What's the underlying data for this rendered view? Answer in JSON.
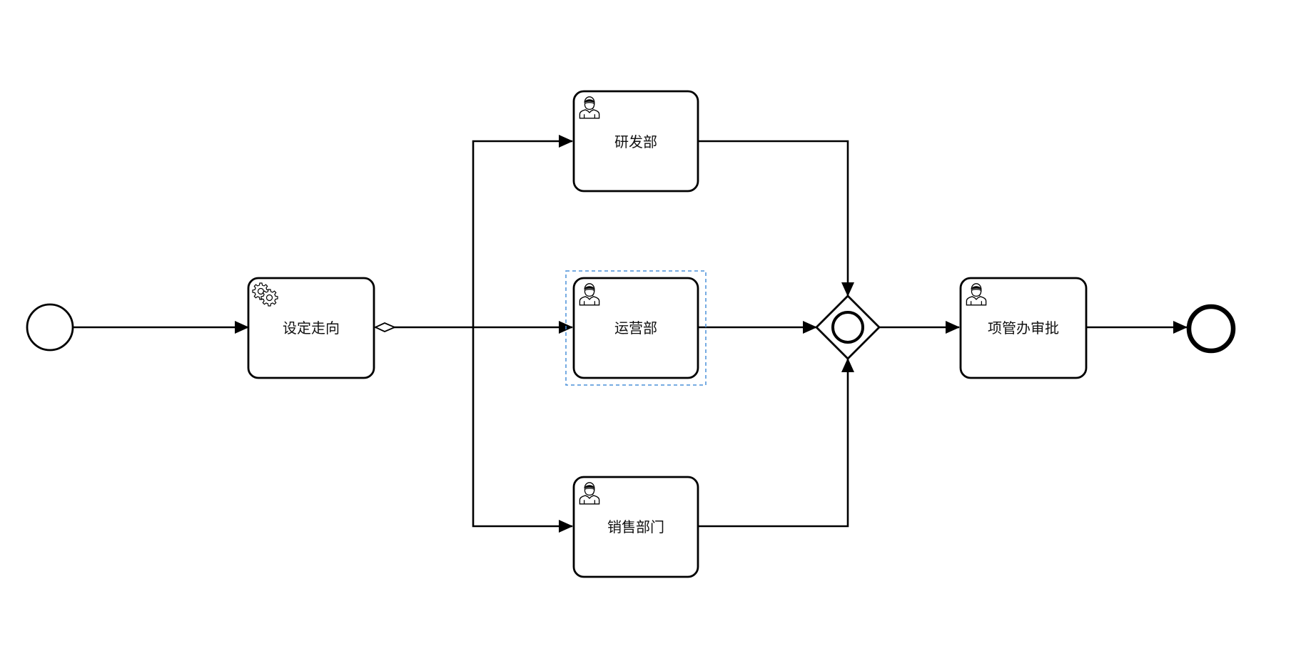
{
  "diagram": {
    "type": "bpmn-process",
    "selected": "task-operations",
    "nodes": {
      "start": {
        "kind": "start-event"
      },
      "set_direction": {
        "kind": "service-task",
        "icon": "gear-icon",
        "label": "设定走向"
      },
      "rd": {
        "kind": "user-task",
        "icon": "user-icon",
        "label": "研发部"
      },
      "ops": {
        "kind": "user-task",
        "icon": "user-icon",
        "label": "运营部"
      },
      "sales": {
        "kind": "user-task",
        "icon": "user-icon",
        "label": "销售部门"
      },
      "gateway": {
        "kind": "inclusive-gateway",
        "icon": "circle-icon"
      },
      "pm_approval": {
        "kind": "user-task",
        "icon": "user-icon",
        "label": "项管办审批"
      },
      "end": {
        "kind": "end-event"
      }
    },
    "flows": [
      {
        "from": "start",
        "to": "set_direction"
      },
      {
        "from": "set_direction",
        "to": "rd",
        "conditional": true
      },
      {
        "from": "set_direction",
        "to": "ops",
        "conditional": true
      },
      {
        "from": "set_direction",
        "to": "sales",
        "conditional": true
      },
      {
        "from": "rd",
        "to": "gateway"
      },
      {
        "from": "ops",
        "to": "gateway"
      },
      {
        "from": "sales",
        "to": "gateway"
      },
      {
        "from": "gateway",
        "to": "pm_approval"
      },
      {
        "from": "pm_approval",
        "to": "end"
      }
    ],
    "colors": {
      "stroke": "#000000",
      "selection": "#4a90d9",
      "fill": "#ffffff"
    }
  }
}
